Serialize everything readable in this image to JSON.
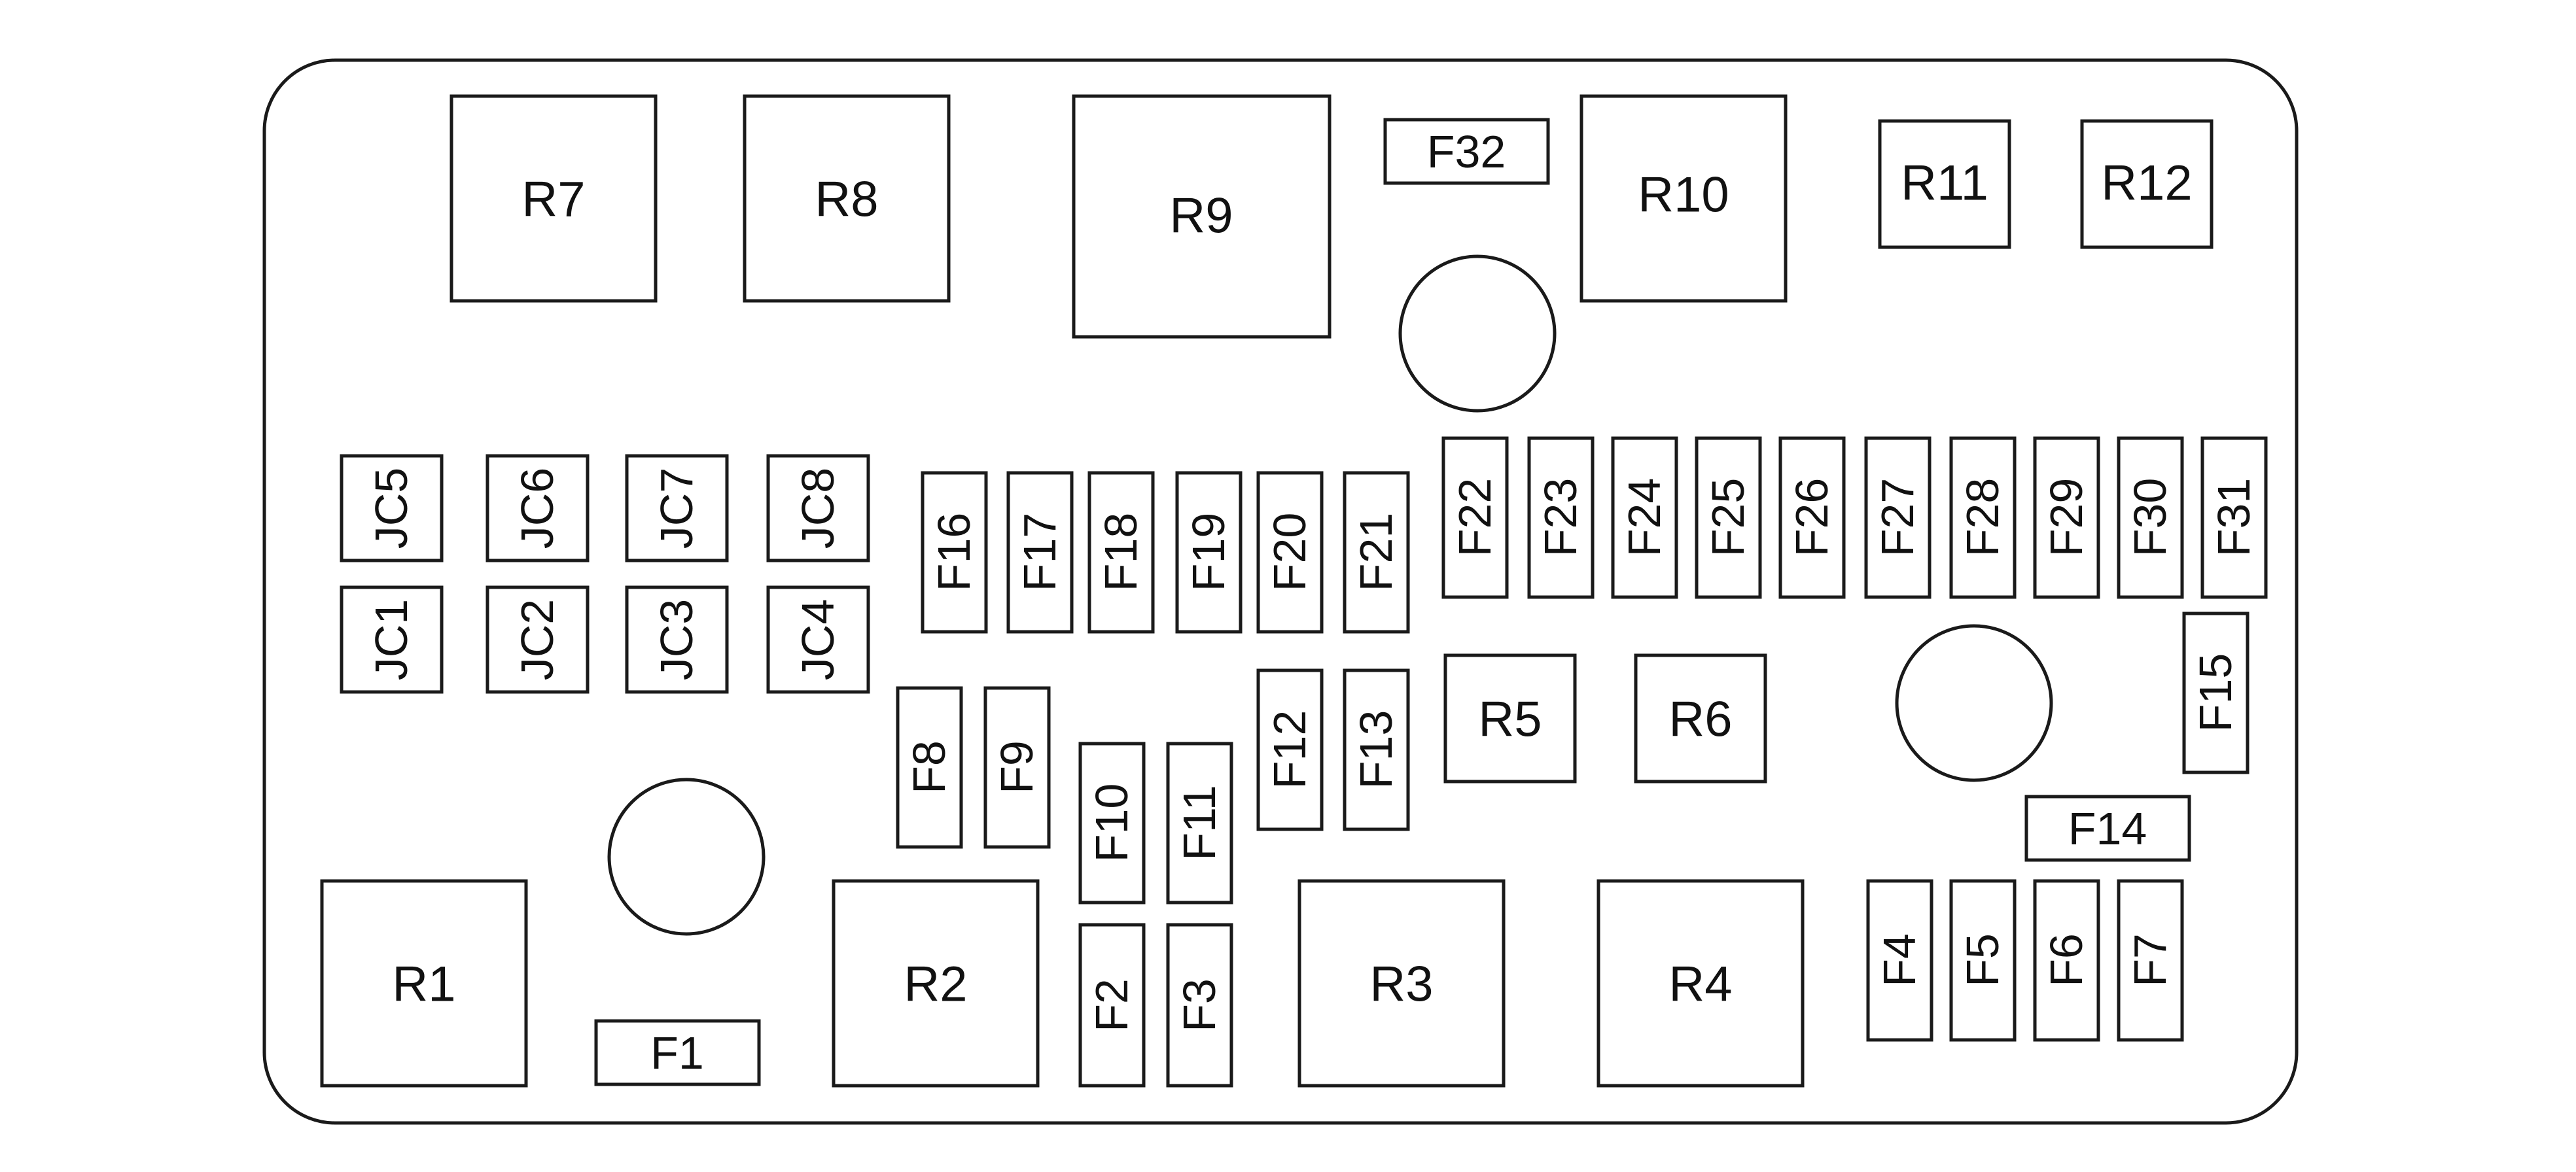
{
  "relays": [
    {
      "id": "r1",
      "label": "R1"
    },
    {
      "id": "r2",
      "label": "R2"
    },
    {
      "id": "r3",
      "label": "R3"
    },
    {
      "id": "r4",
      "label": "R4"
    },
    {
      "id": "r5",
      "label": "R5"
    },
    {
      "id": "r6",
      "label": "R6"
    },
    {
      "id": "r7",
      "label": "R7"
    },
    {
      "id": "r8",
      "label": "R8"
    },
    {
      "id": "r9",
      "label": "R9"
    },
    {
      "id": "r10",
      "label": "R10"
    },
    {
      "id": "r11",
      "label": "R11"
    },
    {
      "id": "r12",
      "label": "R12"
    }
  ],
  "fuses": [
    {
      "id": "f1",
      "label": "F1"
    },
    {
      "id": "f2",
      "label": "F2"
    },
    {
      "id": "f3",
      "label": "F3"
    },
    {
      "id": "f4",
      "label": "F4"
    },
    {
      "id": "f5",
      "label": "F5"
    },
    {
      "id": "f6",
      "label": "F6"
    },
    {
      "id": "f7",
      "label": "F7"
    },
    {
      "id": "f8",
      "label": "F8"
    },
    {
      "id": "f9",
      "label": "F9"
    },
    {
      "id": "f10",
      "label": "F10"
    },
    {
      "id": "f11",
      "label": "F11"
    },
    {
      "id": "f12",
      "label": "F12"
    },
    {
      "id": "f13",
      "label": "F13"
    },
    {
      "id": "f14",
      "label": "F14"
    },
    {
      "id": "f15",
      "label": "F15"
    },
    {
      "id": "f16",
      "label": "F16"
    },
    {
      "id": "f17",
      "label": "F17"
    },
    {
      "id": "f18",
      "label": "F18"
    },
    {
      "id": "f19",
      "label": "F19"
    },
    {
      "id": "f20",
      "label": "F20"
    },
    {
      "id": "f21",
      "label": "F21"
    },
    {
      "id": "f22",
      "label": "F22"
    },
    {
      "id": "f23",
      "label": "F23"
    },
    {
      "id": "f24",
      "label": "F24"
    },
    {
      "id": "f25",
      "label": "F25"
    },
    {
      "id": "f26",
      "label": "F26"
    },
    {
      "id": "f27",
      "label": "F27"
    },
    {
      "id": "f28",
      "label": "F28"
    },
    {
      "id": "f29",
      "label": "F29"
    },
    {
      "id": "f30",
      "label": "F30"
    },
    {
      "id": "f31",
      "label": "F31"
    },
    {
      "id": "f32",
      "label": "F32"
    }
  ],
  "junction_connectors": [
    {
      "id": "jc1",
      "label": "JC1"
    },
    {
      "id": "jc2",
      "label": "JC2"
    },
    {
      "id": "jc3",
      "label": "JC3"
    },
    {
      "id": "jc4",
      "label": "JC4"
    },
    {
      "id": "jc5",
      "label": "JC5"
    },
    {
      "id": "jc6",
      "label": "JC6"
    },
    {
      "id": "jc7",
      "label": "JC7"
    },
    {
      "id": "jc8",
      "label": "JC8"
    }
  ]
}
